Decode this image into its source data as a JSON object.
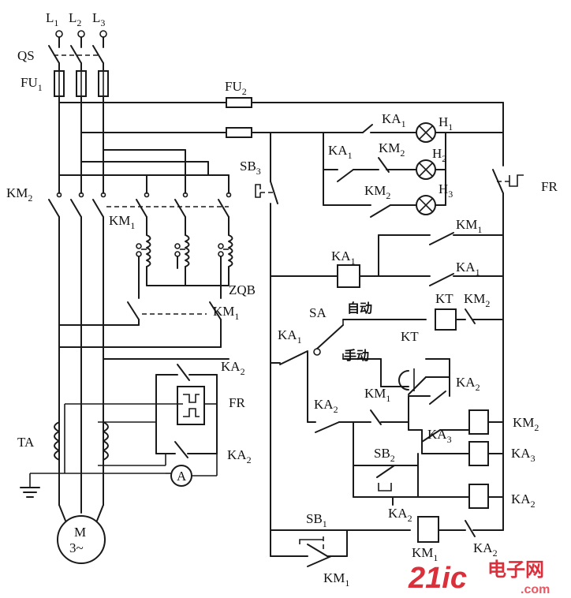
{
  "labels": {
    "L1_main": "L",
    "L1_sub": "1",
    "L2_main": "L",
    "L2_sub": "2",
    "L3_main": "L",
    "L3_sub": "3",
    "QS": "QS",
    "FU1_main": "FU",
    "FU1_sub": "1",
    "FU2_main": "FU",
    "FU2_sub": "2",
    "KM2_left_main": "KM",
    "KM2_left_sub": "2",
    "KM1_left_main": "KM",
    "KM1_left_sub": "1",
    "ZQB": "ZQB",
    "KM1_lower_main": "KM",
    "KM1_lower_sub": "1",
    "KA2_top_main": "KA",
    "KA2_top_sub": "2",
    "FR_left": "FR",
    "KA2_mid_main": "KA",
    "KA2_mid_sub": "2",
    "TA": "TA",
    "A": "A",
    "M": "M",
    "M3": "3~",
    "SB3_main": "SB",
    "SB3_sub": "3",
    "KA1_a_main": "KA",
    "KA1_a_sub": "1",
    "KA1_b_main": "KA",
    "KA1_b_sub": "1",
    "KM2_b_main": "KM",
    "KM2_b_sub": "2",
    "KM2_c_main": "KM",
    "KM2_c_sub": "2",
    "H1_main": "H",
    "H1_sub": "1",
    "H2_main": "H",
    "H2_sub": "2",
    "H3_main": "H",
    "H3_sub": "3",
    "FR_right": "FR",
    "KM1_r_main": "KM",
    "KM1_r_sub": "1",
    "KA1_coil_main": "KA",
    "KA1_coil_sub": "1",
    "KA1_c_main": "KA",
    "KA1_c_sub": "1",
    "SA": "SA",
    "auto": "自动",
    "KT_top": "KT",
    "KM2_d_main": "KM",
    "KM2_d_sub": "2",
    "KA1_sa_main": "KA",
    "KA1_sa_sub": "1",
    "manual": "手动",
    "KT_mid": "KT",
    "KA2_e_main": "KA",
    "KA2_e_sub": "2",
    "KA2_f_main": "KA",
    "KA2_f_sub": "2",
    "KM1_g_main": "KM",
    "KM1_g_sub": "1",
    "KM2_coil_main": "KM",
    "KM2_coil_sub": "2",
    "KA3_c_main": "KA",
    "KA3_c_sub": "3",
    "KA3_coil_main": "KA",
    "KA3_coil_sub": "3",
    "SB2_main": "SB",
    "SB2_sub": "2",
    "KA2_coil_main": "KA",
    "KA2_coil_sub": "2",
    "KA2_g_main": "KA",
    "KA2_g_sub": "2",
    "SB1_main": "SB",
    "SB1_sub": "1",
    "KM1_coil_main": "KM",
    "KM1_coil_sub": "1",
    "KA2_h_main": "KA",
    "KA2_h_sub": "2",
    "KM1_h_main": "KM",
    "KM1_h_sub": "1"
  },
  "watermark": {
    "part1": "21ic",
    "part2": "电子网",
    "part3": ".com"
  }
}
